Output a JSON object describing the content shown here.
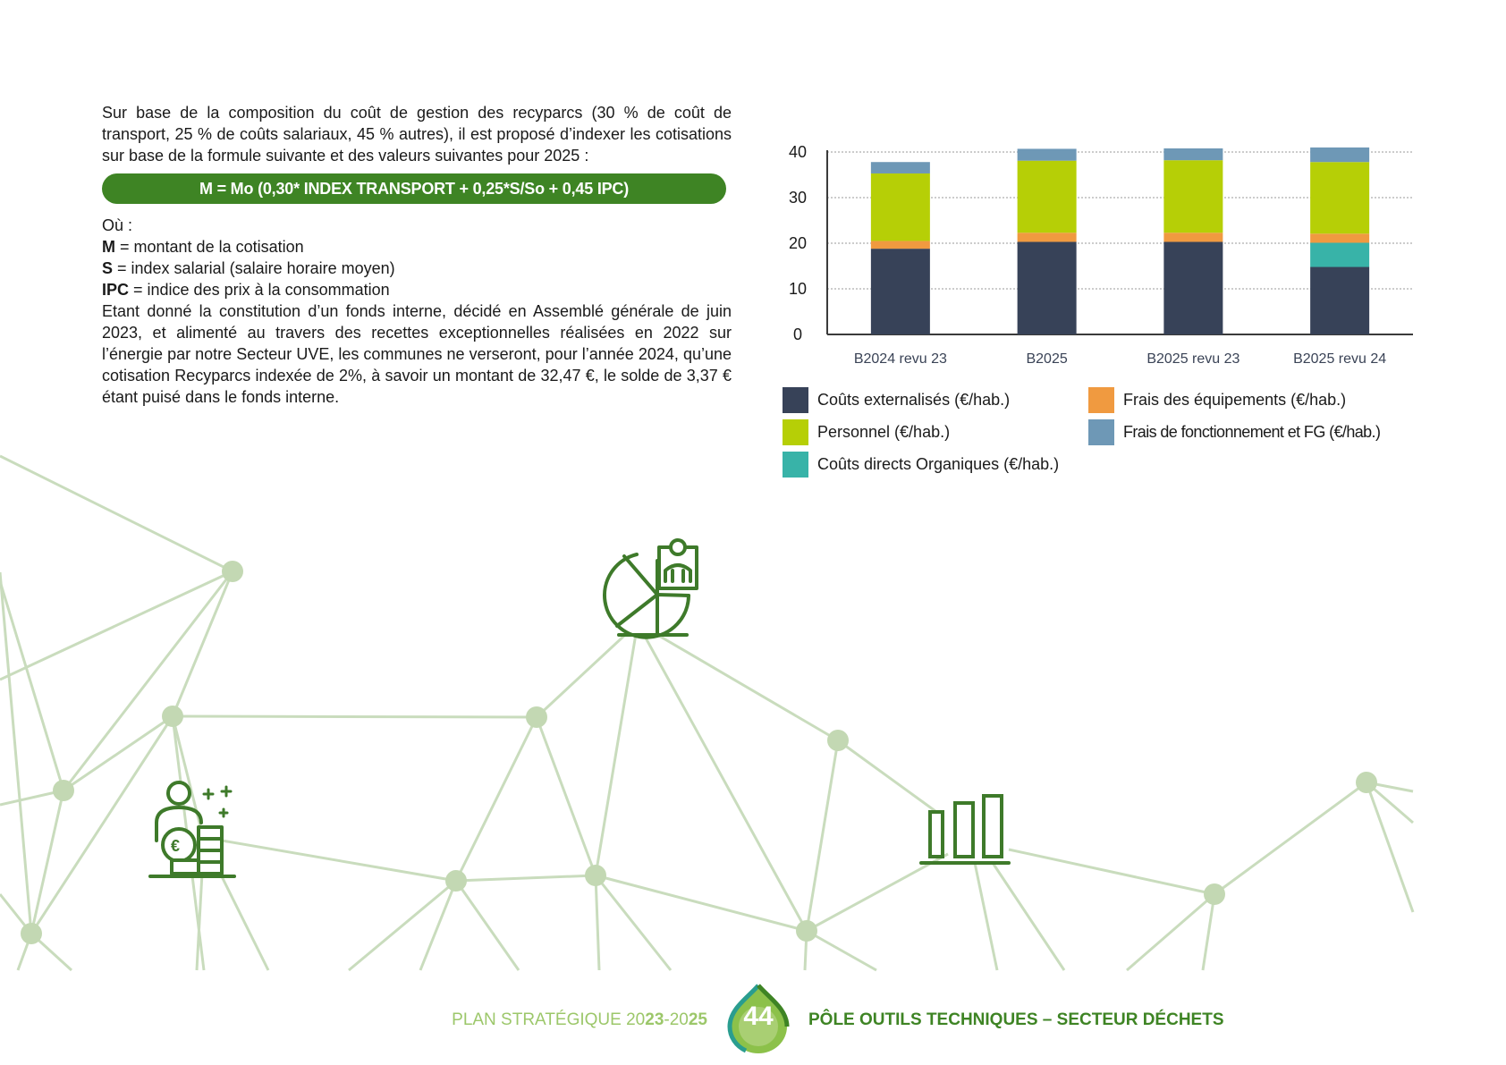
{
  "colors": {
    "network_line": "#c9dcbd",
    "network_node": "#c3d8b3",
    "icon_green": "#3e7a2a",
    "formula_bg": "#3e8424",
    "footer_light": "#9cc76a",
    "footer_dark": "#3e8424"
  },
  "text": {
    "intro": "Sur base de la composition du coût de gestion des recyparcs (30 % de coût de transport, 25 % de coûts salariaux, 45 % autres), il est proposé d’indexer les cotisations sur base de la formule suivante et des valeurs suivantes pour 2025 :",
    "formula": "M = Mo (0,30* INDEX TRANSPORT + 0,25*S/So + 0,45 IPC)",
    "ou": "Où :",
    "definitions": [
      {
        "term": "M",
        "desc": " = montant de la cotisation"
      },
      {
        "term": "S",
        "desc": " = index salarial (salaire horaire moyen)"
      },
      {
        "term": "IPC",
        "desc": " = indice des prix à la consommation"
      }
    ],
    "para2": "Etant donné la constitution d’un fonds interne, décidé en Assemblé générale de juin 2023, et alimenté au travers des recettes exceptionnelles réalisées en 2022 sur l’énergie par notre Secteur UVE, les communes ne verseront, pour l’année 2024, qu’une cotisation Recyparcs indexée de 2%, à savoir un montant de 32,47 €, le solde de 3,37 € étant puisé dans le fonds interne."
  },
  "chart_data": {
    "type": "bar",
    "stacked": true,
    "categories": [
      "B2024 revu 23",
      "B2025",
      "B2025 revu 23",
      "B2025 revu 24"
    ],
    "ylim": [
      0,
      40
    ],
    "yticks": [
      0,
      10,
      20,
      30,
      40
    ],
    "grid": "horizontal-dotted",
    "legend_position": "bottom",
    "series": [
      {
        "name": "Coûts externalisés (€/hab.)",
        "color": "#374258",
        "values": [
          18.8,
          20.3,
          20.3,
          14.8
        ]
      },
      {
        "name": "Coûts directs Organiques (€/hab.)",
        "color": "#38b3a8",
        "values": [
          0,
          0,
          0,
          5.3
        ]
      },
      {
        "name": "Frais des équipements (€/hab.)",
        "color": "#f09a40",
        "values": [
          1.7,
          2.0,
          2.0,
          2.0
        ]
      },
      {
        "name": "Personnel (€/hab.)",
        "color": "#b6cf06",
        "values": [
          14.8,
          15.8,
          15.9,
          15.7
        ]
      },
      {
        "name": "Frais de fonctionnement et FG (€/hab.)",
        "color": "#6e98b6",
        "values": [
          2.5,
          2.6,
          2.6,
          3.2
        ]
      }
    ]
  },
  "legend": [
    {
      "label": "Coûts externalisés (€/hab.)",
      "color": "#374258"
    },
    {
      "label": "Frais des équipements (€/hab.)",
      "color": "#f09a40"
    },
    {
      "label": "Personnel (€/hab.)",
      "color": "#b6cf06"
    },
    {
      "label": "Frais de fonctionnement et FG (€/hab.)",
      "color": "#6e98b6"
    },
    {
      "label": "Coûts directs Organiques (€/hab.)",
      "color": "#38b3a8"
    }
  ],
  "icons": [
    "pie-chart-person-icon",
    "person-money-icon",
    "bar-chart-icon"
  ],
  "footer": {
    "left_prefix": "PLAN STRATÉGIQUE 20",
    "left_bold": "23",
    "left_mid": "-20",
    "left_bold2": "25",
    "page": "44",
    "right": "PÔLE OUTILS TECHNIQUES – SECTEUR DÉCHETS"
  }
}
